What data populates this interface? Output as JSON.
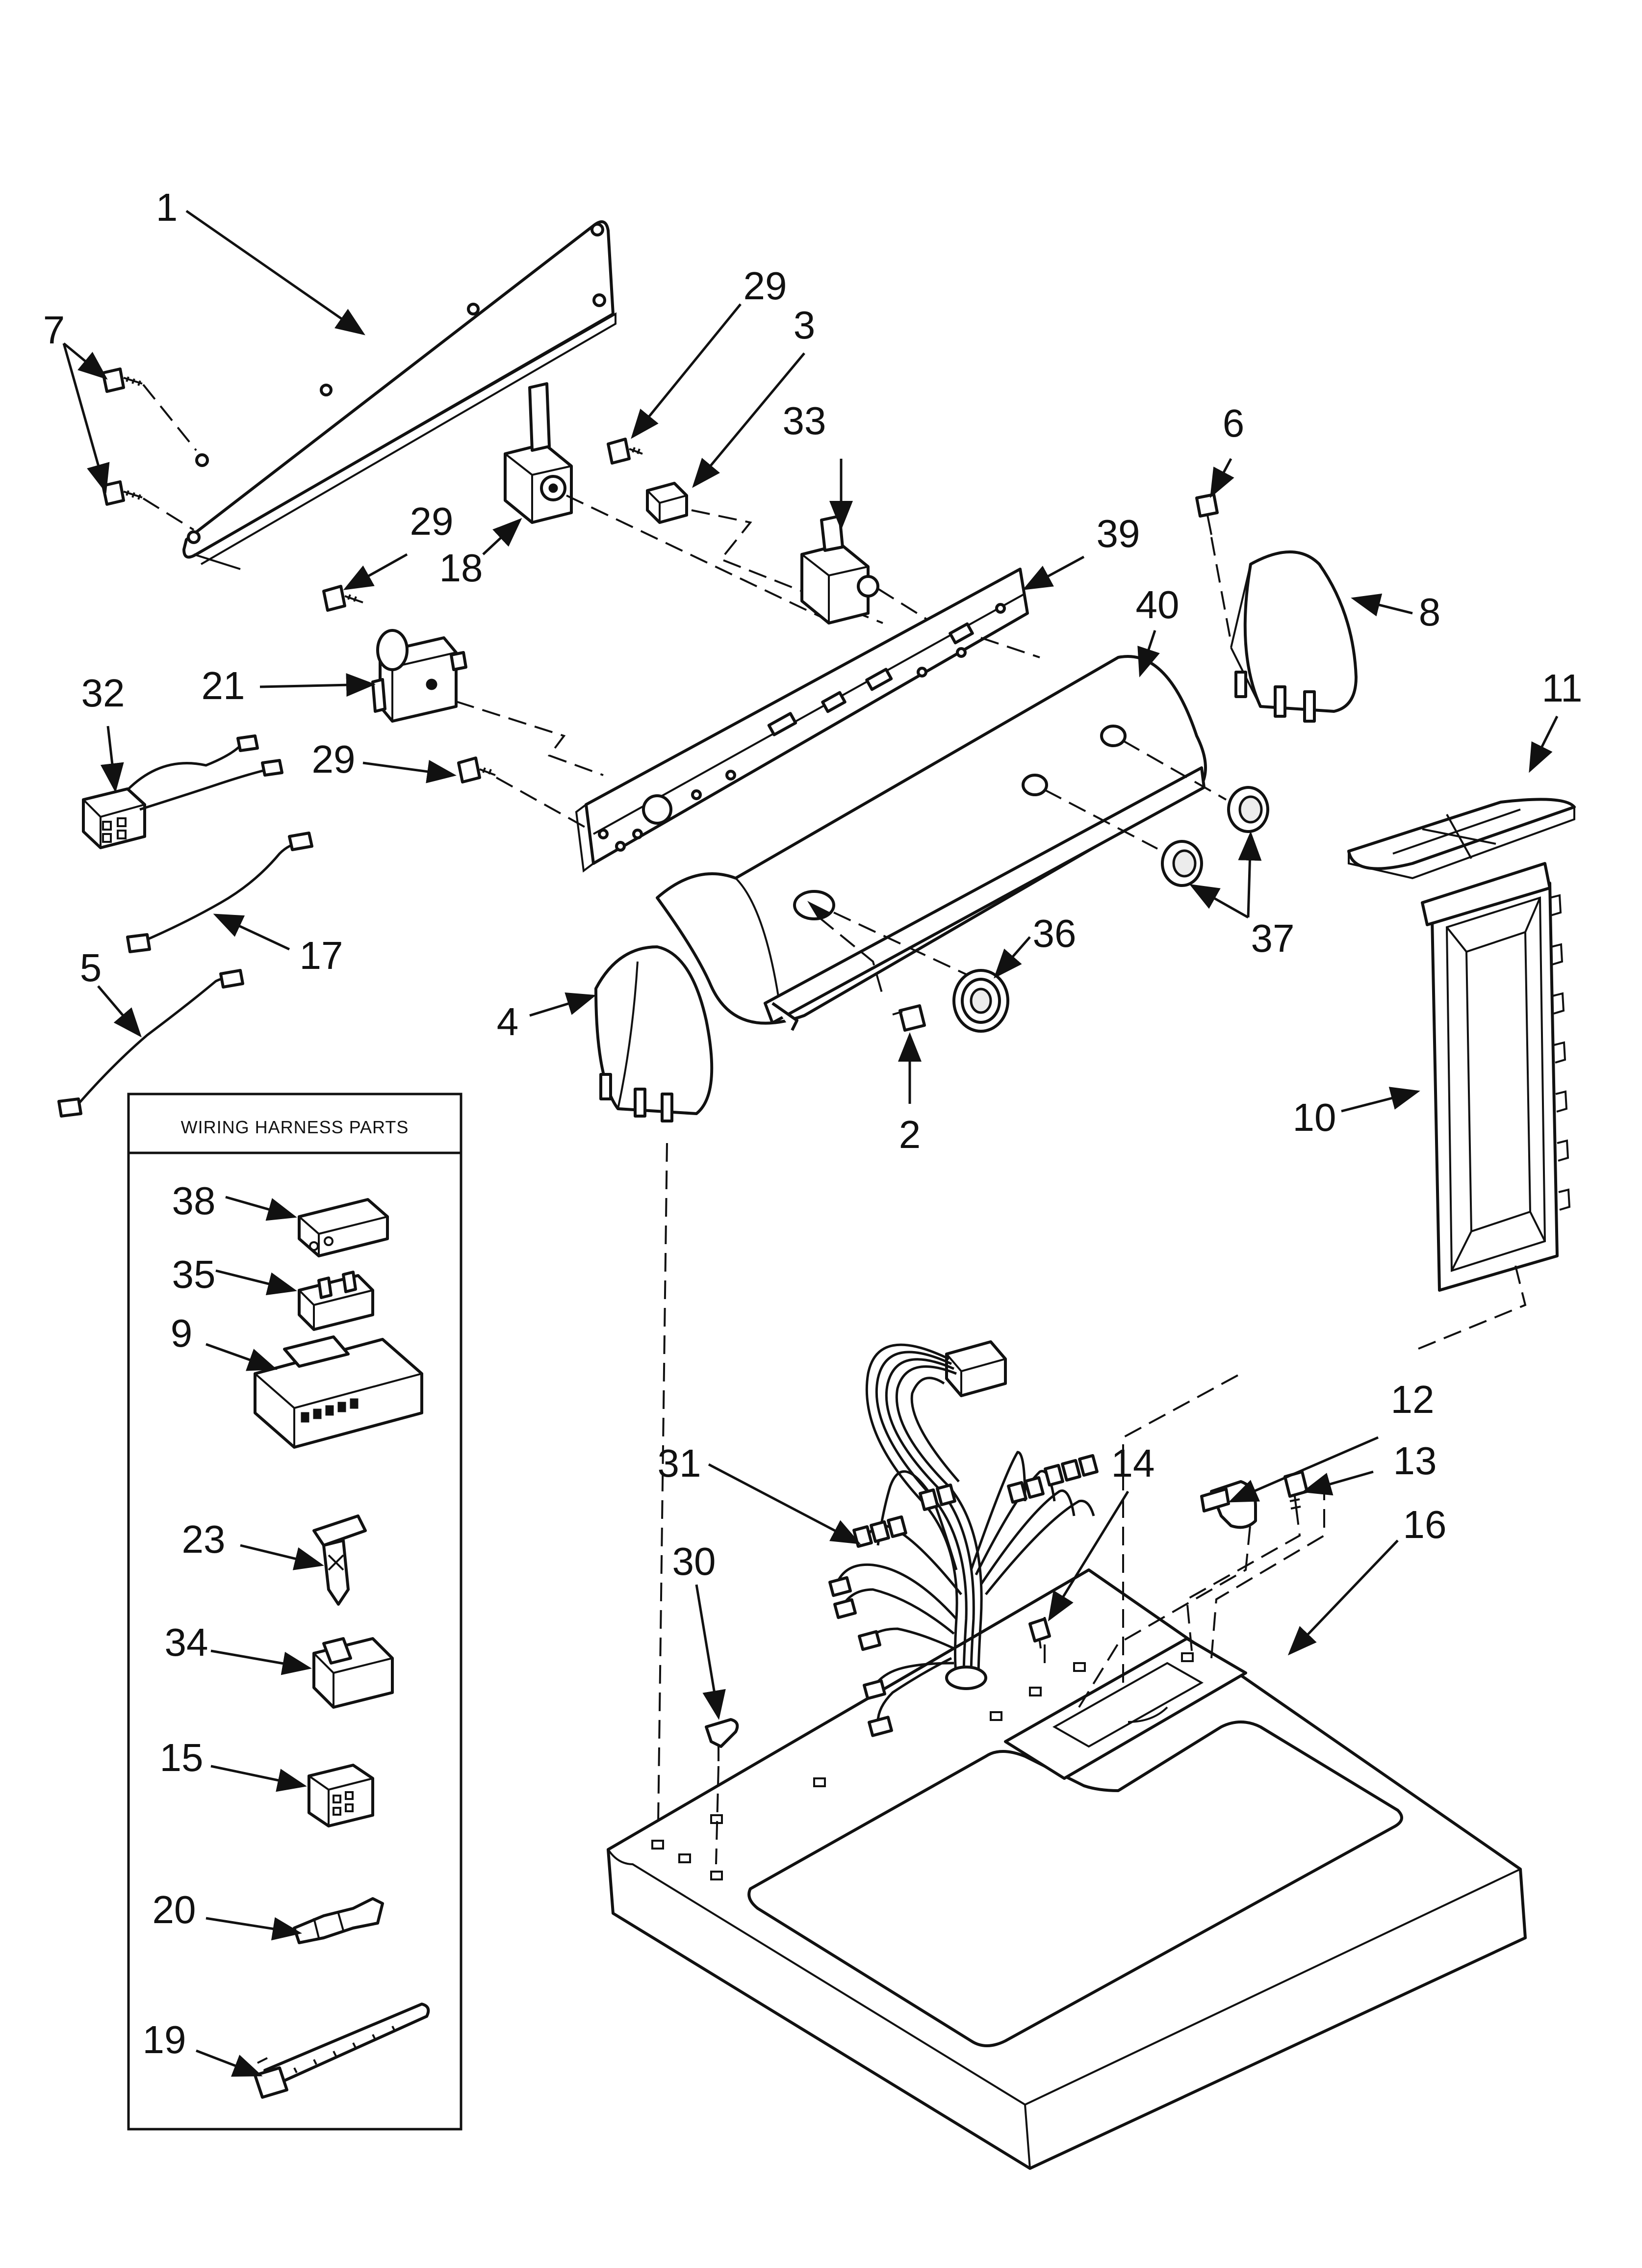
{
  "harness_box": {
    "title": "WIRING HARNESS PARTS"
  },
  "callouts": {
    "c1": "1",
    "c7": "7",
    "c29a": "29",
    "c3": "3",
    "c33": "33",
    "c6": "6",
    "c18": "18",
    "c29b": "29",
    "c39": "39",
    "c8": "8",
    "c21": "21",
    "c40": "40",
    "c32": "32",
    "c29c": "29",
    "c11": "11",
    "c17": "17",
    "c37": "37",
    "c36": "36",
    "c5": "5",
    "c4": "4",
    "c2": "2",
    "c10": "10",
    "c38": "38",
    "c35": "35",
    "c9": "9",
    "c12": "12",
    "c31": "31",
    "c14": "14",
    "c13": "13",
    "c16": "16",
    "c30": "30",
    "c23": "23",
    "c34": "34",
    "c15": "15",
    "c20": "20",
    "c19": "19"
  },
  "arrow_color": "#111111"
}
